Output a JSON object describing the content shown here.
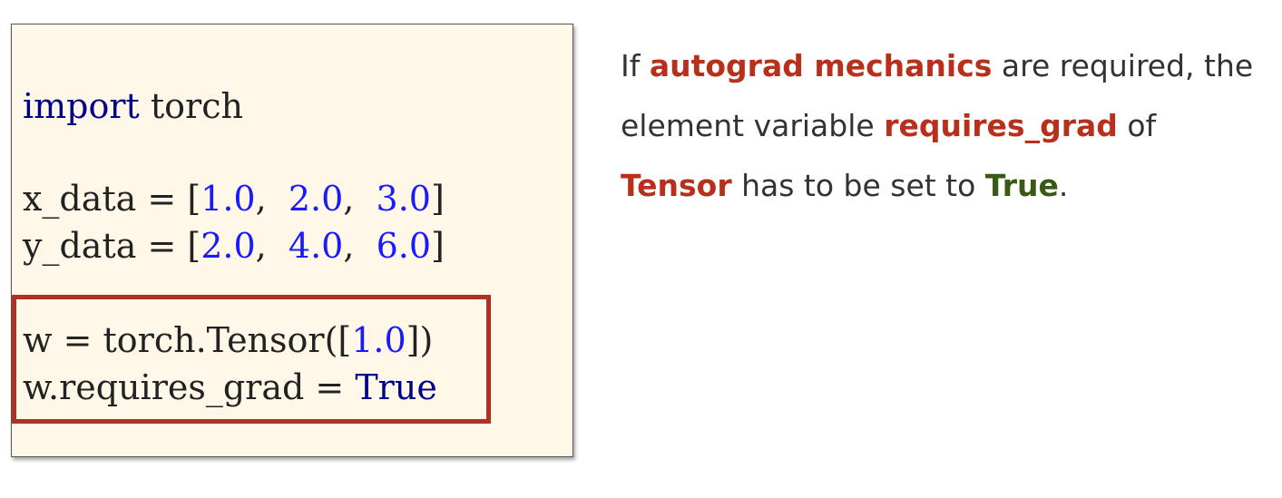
{
  "code": {
    "line1_kw": "import",
    "line1_rest": " torch",
    "line2_pre": "x_data = [",
    "line2_n1": "1.0",
    "line2_sep1": ",  ",
    "line2_n2": "2.0",
    "line2_sep2": ",  ",
    "line2_n3": "3.0",
    "line2_post": "]",
    "line3_pre": "y_data = [",
    "line3_n1": "2.0",
    "line3_sep1": ",  ",
    "line3_n2": "4.0",
    "line3_sep2": ",  ",
    "line3_n3": "6.0",
    "line3_post": "]",
    "line4_pre": "w = torch.Tensor([",
    "line4_n1": "1.0",
    "line4_post": "])",
    "line5_pre": "w.requires_grad = ",
    "line5_kw": "True"
  },
  "description": {
    "t1": "If ",
    "b1": "autograd mechanics",
    "t2": " are required, the element variable ",
    "b2": "requires_grad",
    "t3": " of ",
    "b3": "Tensor",
    "t4": " has to be set to ",
    "b4": "True",
    "t5": "."
  },
  "colors": {
    "accent_red": "#b8301c",
    "accent_green": "#3a5a14",
    "keyword_blue": "#000088",
    "number_blue": "#1a1aff",
    "panel_bg": "#fff8e9"
  }
}
